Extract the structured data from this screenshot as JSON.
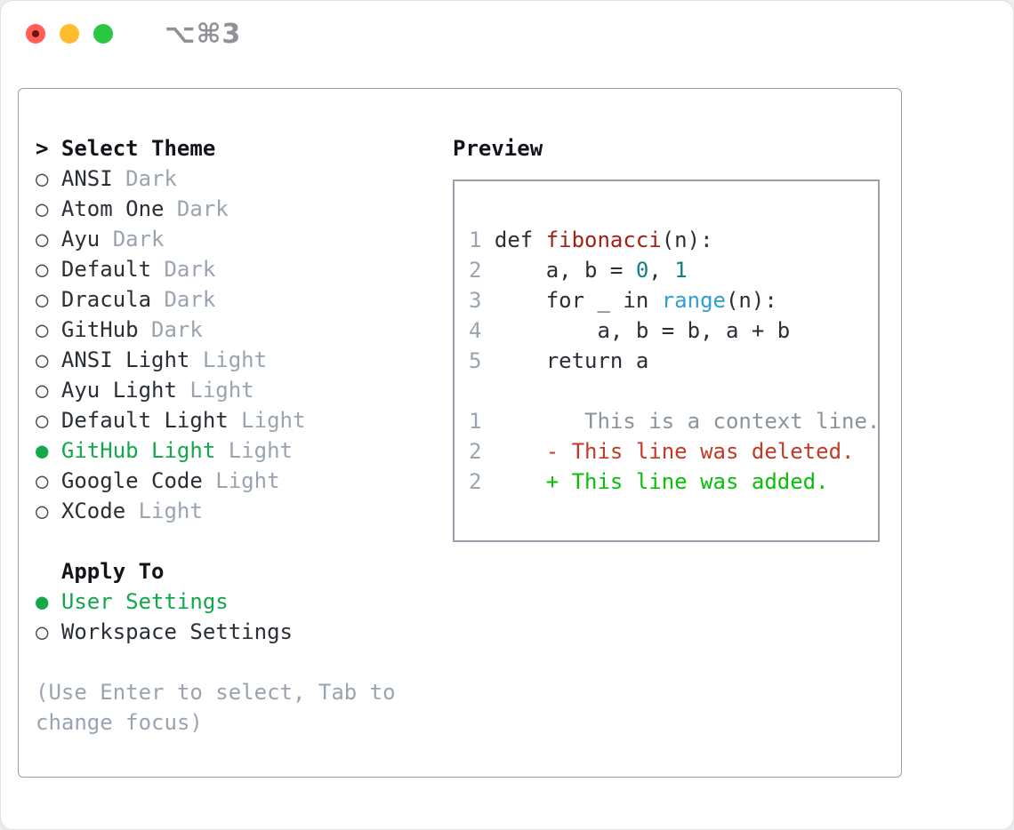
{
  "window": {
    "title": "⌥⌘3",
    "buttons": {
      "close": "close",
      "minimize": "minimize",
      "zoom": "zoom"
    }
  },
  "icons": {
    "radio_unselected": "○",
    "radio_selected": "●"
  },
  "select_theme": {
    "prefix": ">",
    "label": "Select Theme"
  },
  "themes": [
    {
      "name": "ANSI",
      "tag": "Dark",
      "selected": false
    },
    {
      "name": "Atom One",
      "tag": "Dark",
      "selected": false
    },
    {
      "name": "Ayu",
      "tag": "Dark",
      "selected": false
    },
    {
      "name": "Default",
      "tag": "Dark",
      "selected": false
    },
    {
      "name": "Dracula",
      "tag": "Dark",
      "selected": false
    },
    {
      "name": "GitHub",
      "tag": "Dark",
      "selected": false
    },
    {
      "name": "ANSI Light",
      "tag": "Light",
      "selected": false
    },
    {
      "name": "Ayu Light",
      "tag": "Light",
      "selected": false
    },
    {
      "name": "Default Light",
      "tag": "Light",
      "selected": false
    },
    {
      "name": "GitHub Light",
      "tag": "Light",
      "selected": true
    },
    {
      "name": "Google Code",
      "tag": "Light",
      "selected": false
    },
    {
      "name": "XCode",
      "tag": "Light",
      "selected": false
    }
  ],
  "apply_to": {
    "label": "Apply To",
    "options": [
      {
        "label": "User Settings",
        "selected": true
      },
      {
        "label": "Workspace Settings",
        "selected": false
      }
    ]
  },
  "hint": "(Use Enter to select, Tab to change focus)",
  "preview": {
    "title": "Preview",
    "lines": [
      {
        "num": "1",
        "tokens": [
          {
            "t": "def ",
            "c": "fg"
          },
          {
            "t": "fibonacci",
            "c": "func"
          },
          {
            "t": "(n):",
            "c": "fg"
          }
        ]
      },
      {
        "num": "2",
        "tokens": [
          {
            "t": "    a, b = ",
            "c": "fg"
          },
          {
            "t": "0",
            "c": "num"
          },
          {
            "t": ", ",
            "c": "fg"
          },
          {
            "t": "1",
            "c": "num"
          }
        ]
      },
      {
        "num": "3",
        "tokens": [
          {
            "t": "    for _ in ",
            "c": "fg"
          },
          {
            "t": "range",
            "c": "builtin"
          },
          {
            "t": "(n):",
            "c": "fg"
          }
        ]
      },
      {
        "num": "4",
        "tokens": [
          {
            "t": "        a, b = b, a + b",
            "c": "fg"
          }
        ]
      },
      {
        "num": "5",
        "tokens": [
          {
            "t": "    return a",
            "c": "fg"
          }
        ]
      },
      {
        "num": "",
        "tokens": []
      },
      {
        "num": "1",
        "tokens": [
          {
            "t": "       This is a context line.",
            "c": "context"
          }
        ]
      },
      {
        "num": "2",
        "tokens": [
          {
            "t": "    - This line was deleted.",
            "c": "deleted"
          }
        ]
      },
      {
        "num": "2",
        "tokens": [
          {
            "t": "    + This line was added.",
            "c": "added"
          }
        ]
      }
    ]
  },
  "colors": {
    "selected_green": "#12a84b",
    "added_green": "#0abe0a",
    "deleted_red": "#c23a26",
    "function_red": "#a32017",
    "number_teal": "#147f80",
    "builtin_blue": "#2f9ed2",
    "muted_gray": "#9aa4b0",
    "text": "#2a2f36",
    "panel_border": "#98a1ac",
    "traffic_red": "#ff5f57",
    "traffic_yellow": "#febc2e",
    "traffic_green": "#2ac840"
  }
}
